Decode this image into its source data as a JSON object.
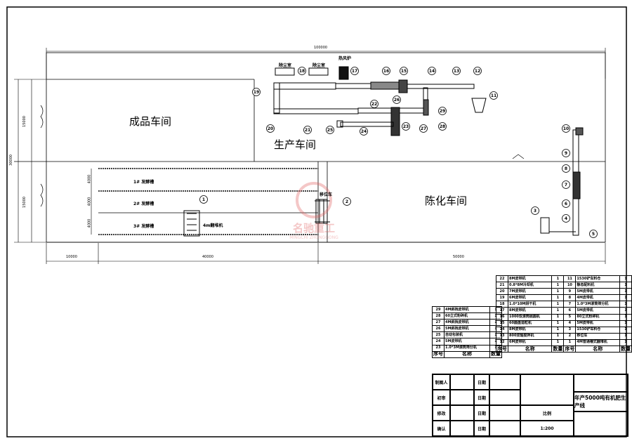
{
  "dimensions": {
    "total_length": "100000",
    "left_width": "10000",
    "mid_width": "40000",
    "right_width": "50000",
    "total_height": "30000",
    "upper_height": "15000",
    "lower_height": "15000",
    "tank_width_1": "4000",
    "tank_width_2": "4000",
    "tank_width_3": "4000"
  },
  "rooms": {
    "finished": "成品车间",
    "production": "生产车间",
    "aging": "陈化车间"
  },
  "labels": {
    "dust_room_1": "除尘室",
    "dust_room_2": "除尘室",
    "hot_air": "热风炉",
    "tank_1": "1# 发酵槽",
    "tank_2": "2# 发酵槽",
    "tank_3": "3# 发酵槽",
    "turner": "4m翻堆机",
    "shift_car": "移位车"
  },
  "callouts": [
    "1",
    "2",
    "3",
    "4",
    "5",
    "6",
    "7",
    "8",
    "9",
    "10",
    "11",
    "12",
    "13",
    "14",
    "15",
    "16",
    "17",
    "18",
    "19",
    "20",
    "21",
    "22",
    "23",
    "24",
    "25",
    "26",
    "27",
    "28",
    "29"
  ],
  "parts_table": {
    "col3": [
      {
        "no": "22",
        "name": "8M皮带机",
        "qty": "1"
      },
      {
        "no": "21",
        "name": "0.8*8M冷却机",
        "qty": "1"
      },
      {
        "no": "20",
        "name": "7M皮带机",
        "qty": "1"
      },
      {
        "no": "19",
        "name": "6M皮带机",
        "qty": "1"
      },
      {
        "no": "18",
        "name": "1.0*10M烘干机",
        "qty": "1"
      },
      {
        "no": "17",
        "name": "8M皮带机",
        "qty": "1"
      },
      {
        "no": "16",
        "name": "1000双滚筒抛圆机",
        "qty": "1"
      },
      {
        "no": "15",
        "name": "60圆盘造粒机",
        "qty": "1"
      },
      {
        "no": "14",
        "name": "8M皮带机",
        "qty": "1"
      },
      {
        "no": "13",
        "name": "800双轴搅拌机",
        "qty": "1"
      },
      {
        "no": "12",
        "name": "6M皮带机",
        "qty": "1"
      }
    ],
    "col2": [
      {
        "no": "11",
        "name": "1530铲车料仓",
        "qty": "1"
      },
      {
        "no": "10",
        "name": "静态配料机",
        "qty": "1"
      },
      {
        "no": "9",
        "name": "5M皮带机",
        "qty": "1"
      },
      {
        "no": "8",
        "name": "4M皮带机",
        "qty": "1"
      },
      {
        "no": "7",
        "name": "1.0*3M滚筒筛分机",
        "qty": "1"
      },
      {
        "no": "6",
        "name": "5M皮带机",
        "qty": "1"
      },
      {
        "no": "5",
        "name": "80立式粉碎机",
        "qty": "1"
      },
      {
        "no": "4",
        "name": "5M皮带机",
        "qty": "1"
      },
      {
        "no": "3",
        "name": "1530铲车料仓",
        "qty": "1"
      },
      {
        "no": "2",
        "name": "移位车",
        "qty": "1"
      },
      {
        "no": "1",
        "name": "4M普通槽式翻堆机",
        "qty": "1"
      }
    ],
    "col1": [
      {
        "no": "29",
        "name": "4M斜挡皮带机",
        "qty": "1"
      },
      {
        "no": "28",
        "name": "60立式粉碎机",
        "qty": "1"
      },
      {
        "no": "27",
        "name": "4M斜挡皮带机",
        "qty": "1"
      },
      {
        "no": "26",
        "name": "5M斜挡皮带机",
        "qty": "1"
      },
      {
        "no": "25",
        "name": "自动包装机",
        "qty": "1"
      },
      {
        "no": "24",
        "name": "5M皮带机",
        "qty": "1"
      },
      {
        "no": "23",
        "name": "1.0*3M滚筒筛分机",
        "qty": "1"
      }
    ],
    "header": {
      "no": "序号",
      "name": "名称",
      "qty": "数量"
    }
  },
  "title_block": {
    "drawn_by": "制图人",
    "review": "初审",
    "modify": "修改",
    "confirm": "确认",
    "date": "日期",
    "scale_label": "比例",
    "scale": "1:200",
    "title": "年产5000吨有机肥生产线"
  },
  "watermark": {
    "text": "名驰重工",
    "sub": "MINGCHI ZHONGGONG"
  },
  "colors": {
    "line": "#000000",
    "watermark": "#e8a0a0"
  }
}
